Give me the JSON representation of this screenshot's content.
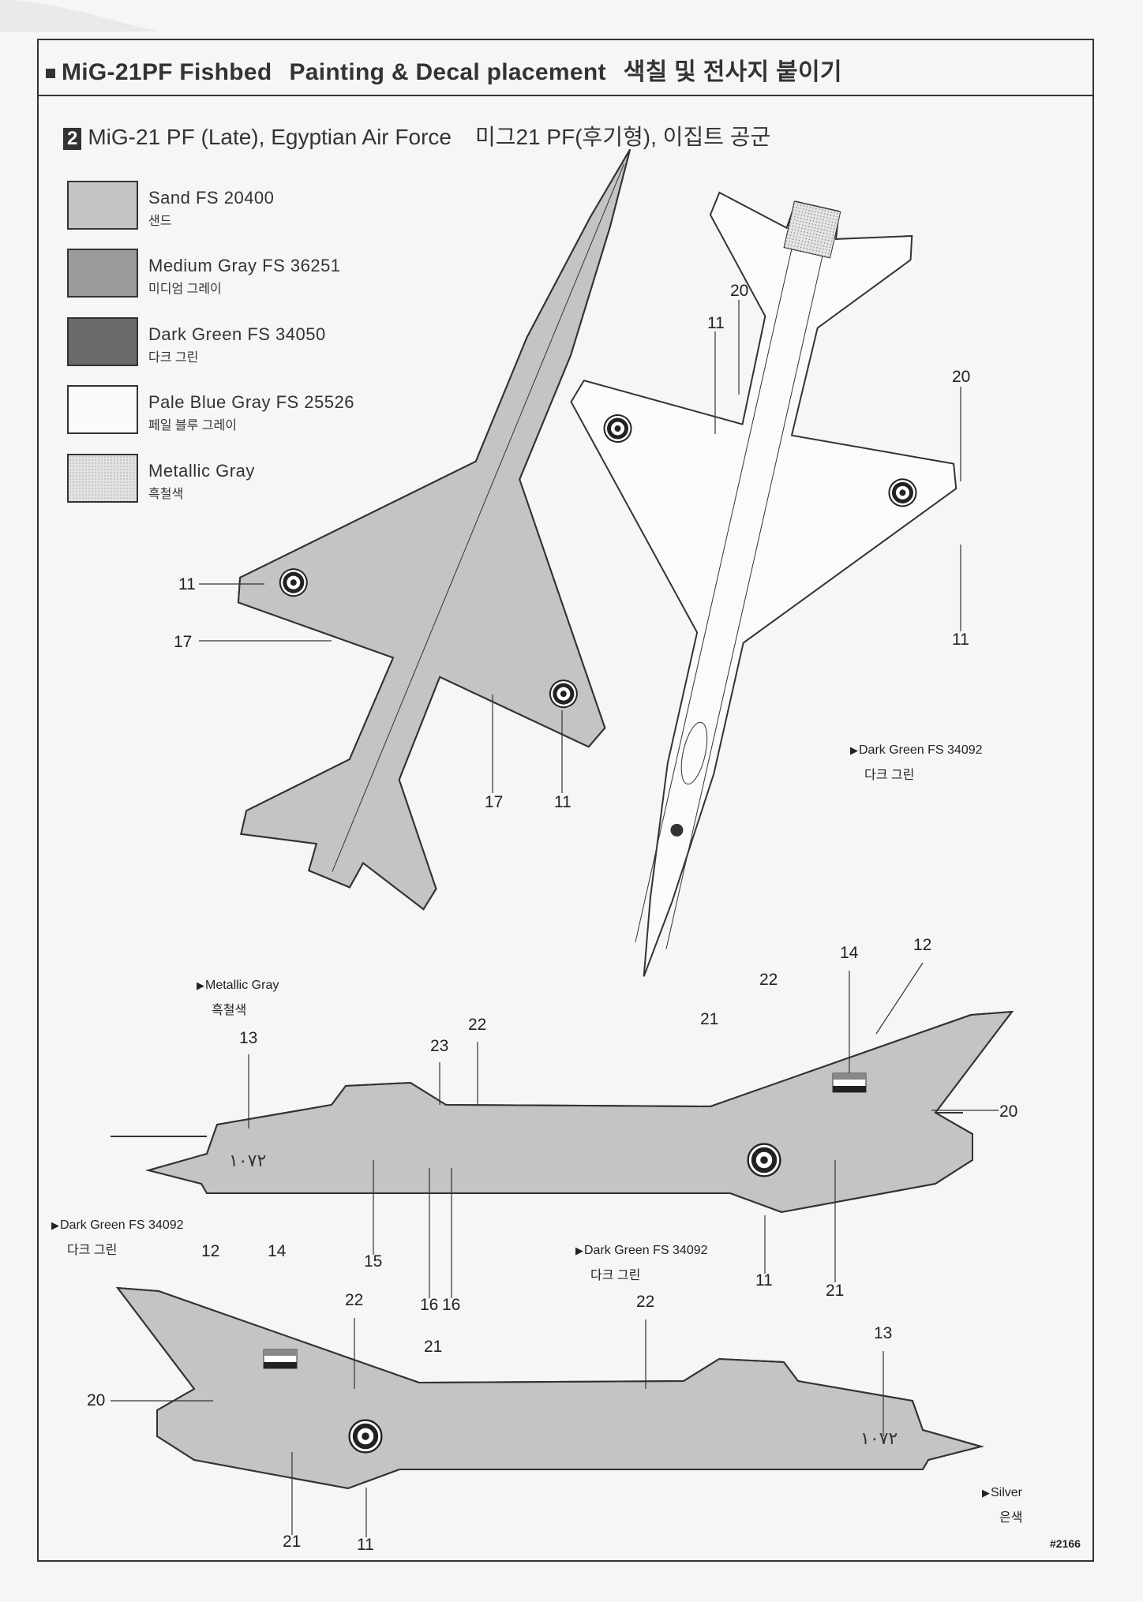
{
  "header": {
    "title": "MiG-21PF Fishbed",
    "subtitle_en": "Painting & Decal placement",
    "subtitle_ko": "색칠 및 전사지 붙이기"
  },
  "scheme": {
    "number": "2",
    "name_en": "MiG-21 PF (Late), Egyptian Air Force",
    "name_ko": "미그21 PF(후기형), 이집트 공군"
  },
  "legend": [
    {
      "name": "Sand  FS 20400",
      "ko": "샌드",
      "color": "#c4c4c2"
    },
    {
      "name": "Medium Gray FS 36251",
      "ko": "미디엄 그레이",
      "color": "#9a9a98"
    },
    {
      "name": "Dark Green FS 34050",
      "ko": "다크 그린",
      "color": "#6a6a68"
    },
    {
      "name": "Pale Blue Gray FS 25526",
      "ko": "페일 블루 그레이",
      "color": "#fafafa"
    },
    {
      "name": "Metallic Gray",
      "ko": "흑철색",
      "color": "#e2e2e0"
    }
  ],
  "top_view": {
    "callouts": [
      "11",
      "17",
      "17",
      "11"
    ]
  },
  "bottom_view": {
    "callouts": [
      "20",
      "11",
      "20",
      "11"
    ],
    "note": {
      "en": "Dark Green FS 34092",
      "ko": "다크 그린"
    }
  },
  "side_view_left": {
    "callouts": [
      "13",
      "23",
      "22",
      "21",
      "22",
      "14",
      "12",
      "20",
      "15",
      "16",
      "16",
      "11",
      "21"
    ],
    "notes": [
      {
        "en": "Metallic Gray",
        "ko": "흑철색"
      },
      {
        "en": "Dark Green FS 34092",
        "ko": "다크 그린"
      },
      {
        "en": "Dark Green FS 34092",
        "ko": "다크 그린"
      }
    ],
    "serial": "١٠٧٢"
  },
  "side_view_right": {
    "callouts": [
      "12",
      "14",
      "22",
      "21",
      "22",
      "13",
      "20",
      "21",
      "11"
    ],
    "notes": [
      {
        "en": "Silver",
        "ko": "은색"
      }
    ],
    "serial": "١٠٧٢"
  },
  "footer": {
    "code": "#2166"
  }
}
